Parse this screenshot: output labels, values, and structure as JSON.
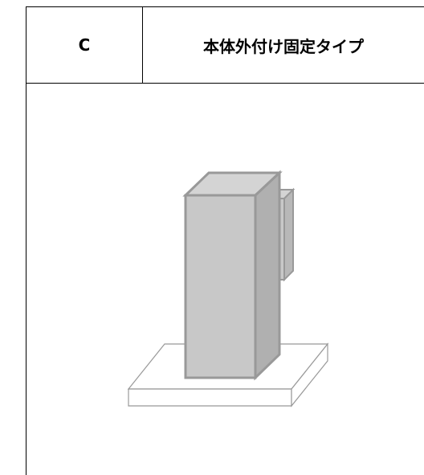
{
  "table": {
    "code": "C",
    "type_name": "本体外付け固定タイプ"
  },
  "colors": {
    "line": "#000000",
    "unit_face": "#c8c8c8",
    "unit_top": "#d4d4d4",
    "unit_side": "#b0b0b0",
    "unit_stroke": "#999999",
    "base_stroke": "#999999"
  },
  "illustration": {
    "subject": "unit-mounted-on-base-plate",
    "icons": [
      "cabinet-unit",
      "side-mounted-box",
      "base-plate"
    ]
  }
}
